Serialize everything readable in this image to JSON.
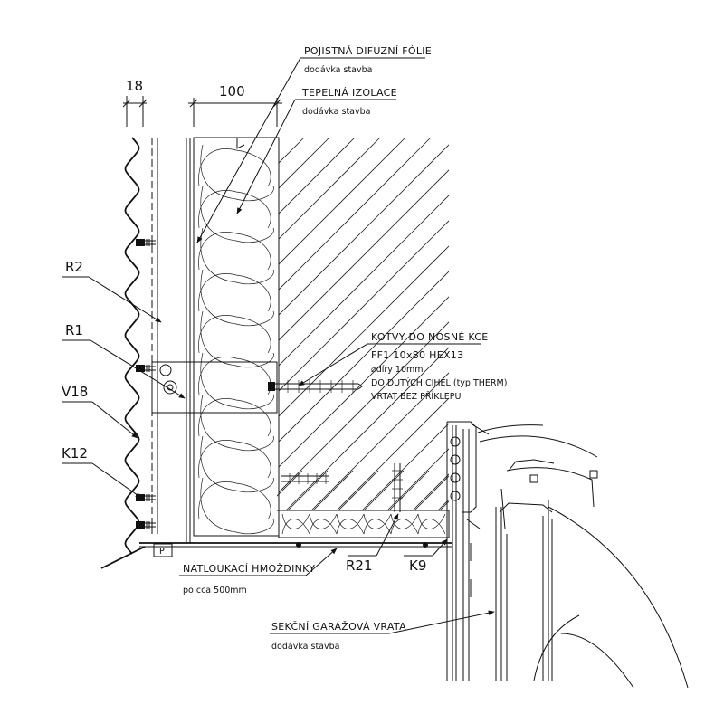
{
  "dimensions": {
    "d18": "18",
    "d100": "100"
  },
  "callouts": {
    "foil": {
      "title": "POJISTNÁ DIFUZNÍ FÓLIE",
      "sub": "dodávka stavba"
    },
    "insulation": {
      "title": "TEPELNÁ IZOLACE",
      "sub": "dodávka stavba"
    },
    "anchors": {
      "title": "KOTVY DO NOSNÉ KCE",
      "line1": "FF1 10x80 HEX13",
      "line2": "⌀díry 10mm",
      "line3": "DO DUTÝCH CIHEL (typ THERM)",
      "line4": "VRTAT BEZ PŘÍKLEPU"
    },
    "dowels": {
      "title": "NATLOUKACÍ HMOŽDINKY",
      "sub": "po cca 500mm"
    },
    "garage": {
      "title": "SEKČNÍ GARÁŽOVÁ VRATA",
      "sub": "dodávka stavba"
    }
  },
  "parts": {
    "r2": "R2",
    "r1": "R1",
    "v18": "V18",
    "k12": "K12",
    "r21": "R21",
    "k9": "K9",
    "p": "P"
  }
}
